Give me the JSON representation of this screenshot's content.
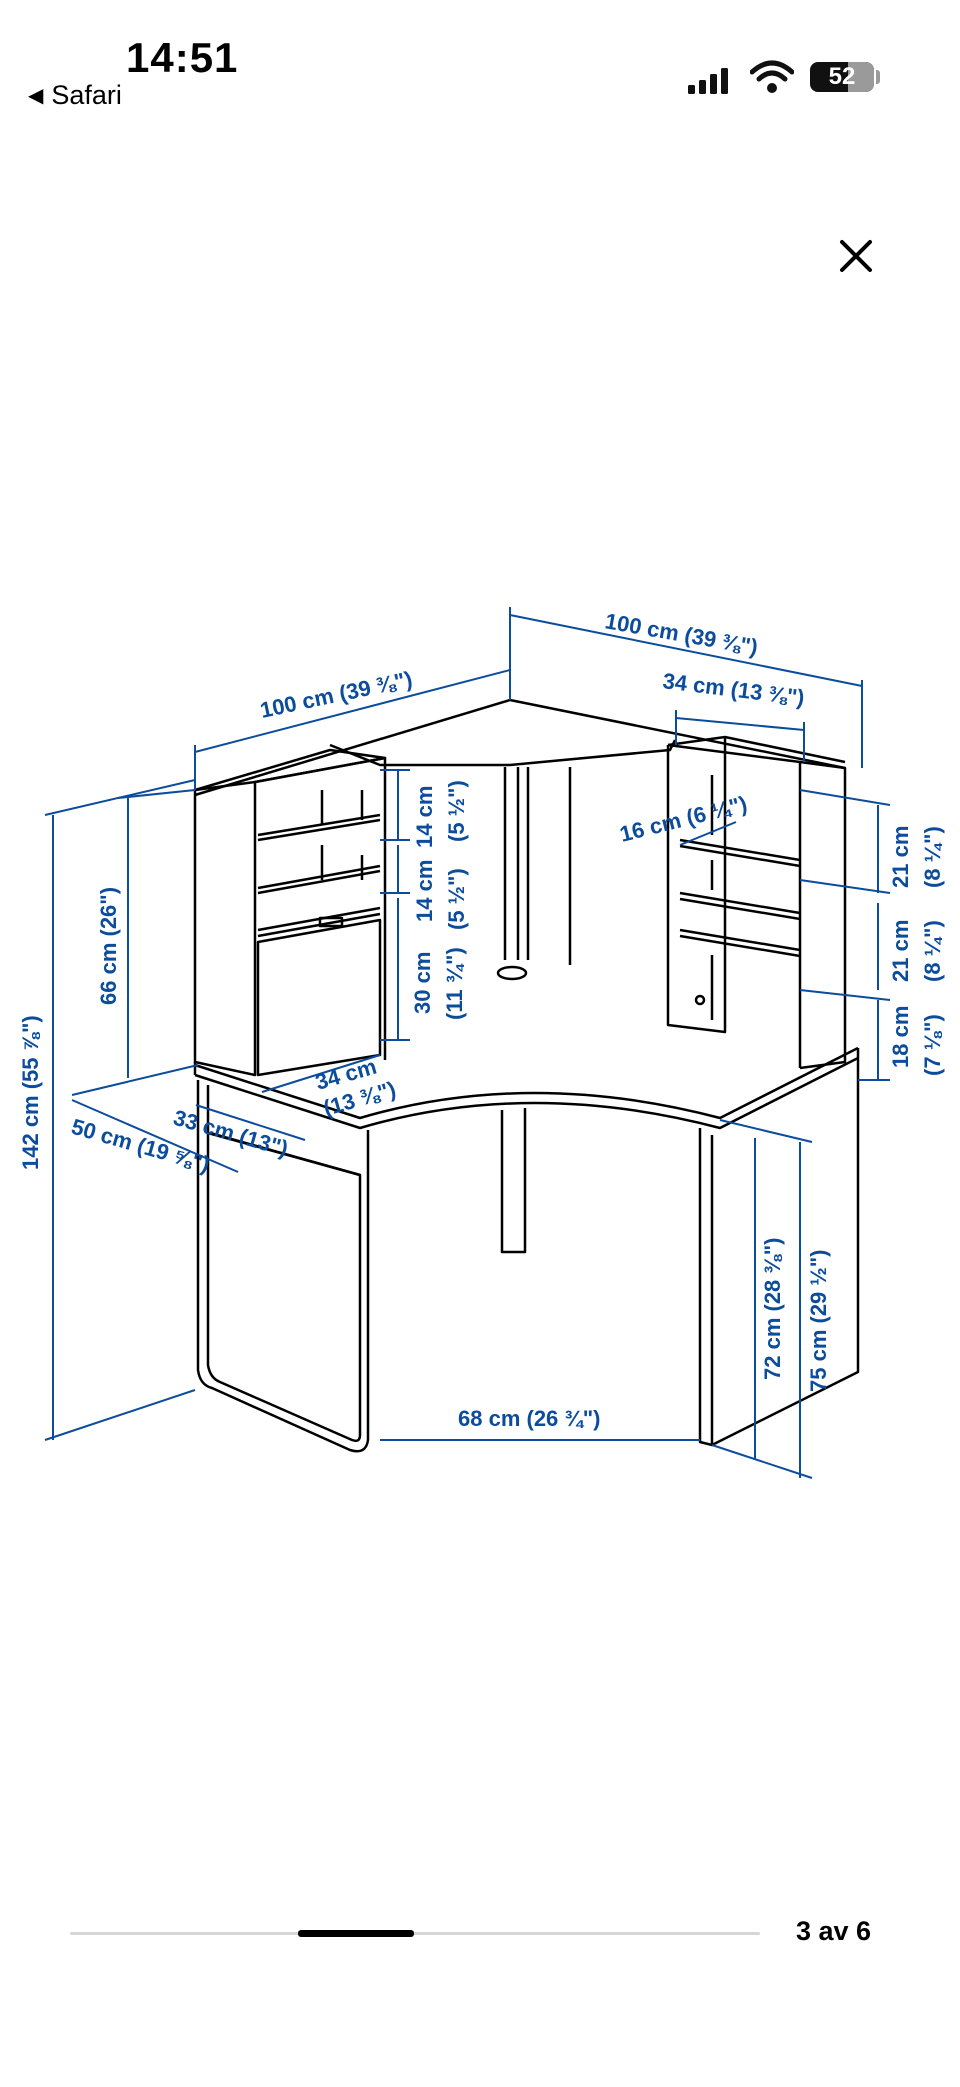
{
  "status_bar": {
    "time": "14:51",
    "back_app": "Safari",
    "battery": "52"
  },
  "diagram": {
    "dimensions": {
      "top_right_width": "100 cm (39 ⅜\")",
      "top_left_width": "100 cm (39 ⅜\")",
      "right_shelf_width": "34 cm (13 ⅜\")",
      "right_shelf_depth": "16 cm (6 ¼\")",
      "shelf_14a": "14 cm",
      "shelf_14a_in": "(5 ½\")",
      "shelf_14b": "14 cm",
      "shelf_14b_in": "(5 ½\")",
      "shelf_30": "30 cm",
      "shelf_30_in": "(11 ¾\")",
      "right_21a": "21 cm",
      "right_21a_in": "(8 ¼\")",
      "right_21b": "21 cm",
      "right_21b_in": "(8 ¼\")",
      "right_18": "18 cm",
      "right_18_in": "(7 ⅛\")",
      "upper_height": "66 cm (26\")",
      "total_height": "142 cm (55 ⅞\")",
      "left_shelf_width": "34 cm",
      "left_shelf_width_in": "(13 ⅜\")",
      "drawer_depth": "33 cm (13\")",
      "desk_depth": "50 cm (19 ⅝\")",
      "leg_gap": "68 cm (26 ¾\")",
      "desk_height_72": "72 cm (28 ⅜\")",
      "desk_height_75": "75 cm (29 ½\")"
    }
  },
  "pager": {
    "counter": "3 av 6",
    "progress": 0.5
  },
  "colors": {
    "dimension_blue": "#0b4c9c",
    "line_black": "#000000"
  }
}
